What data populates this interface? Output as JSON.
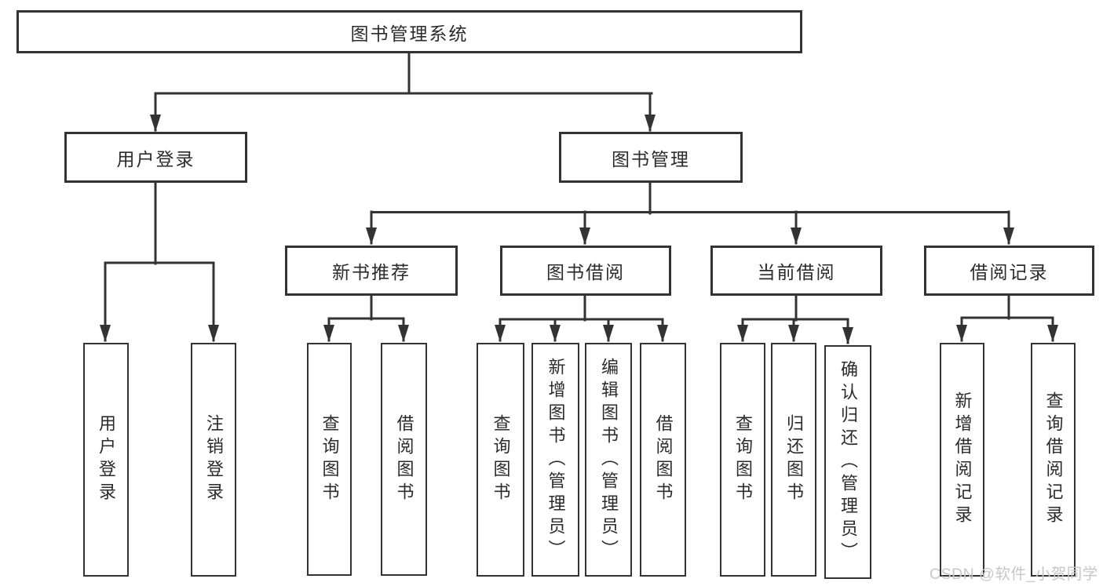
{
  "diagram": {
    "root": {
      "label": "图书管理系统"
    },
    "level2": [
      {
        "label": "用户登录"
      },
      {
        "label": "图书管理"
      }
    ],
    "level3": [
      {
        "label": "新书推荐"
      },
      {
        "label": "图书借阅"
      },
      {
        "label": "当前借阅"
      },
      {
        "label": "借阅记录"
      }
    ],
    "leaves": {
      "user": [
        "用户登录",
        "注销登录"
      ],
      "recommend": [
        "查询图书",
        "借阅图书"
      ],
      "borrow": [
        "查询图书",
        "新增图书（管理员）",
        "编辑图书（管理员）",
        "借阅图书"
      ],
      "current": [
        "查询图书",
        "归还图书",
        "确认归还（管理员）"
      ],
      "records": [
        "新增借阅记录",
        "查询借阅记录"
      ]
    },
    "colors": {
      "line": "#333333",
      "text": "#2b2b2b",
      "watermark": "#c7c7c7",
      "background": "#ffffff"
    }
  },
  "watermark": {
    "text": "CSDN @软件_小贺同学"
  }
}
